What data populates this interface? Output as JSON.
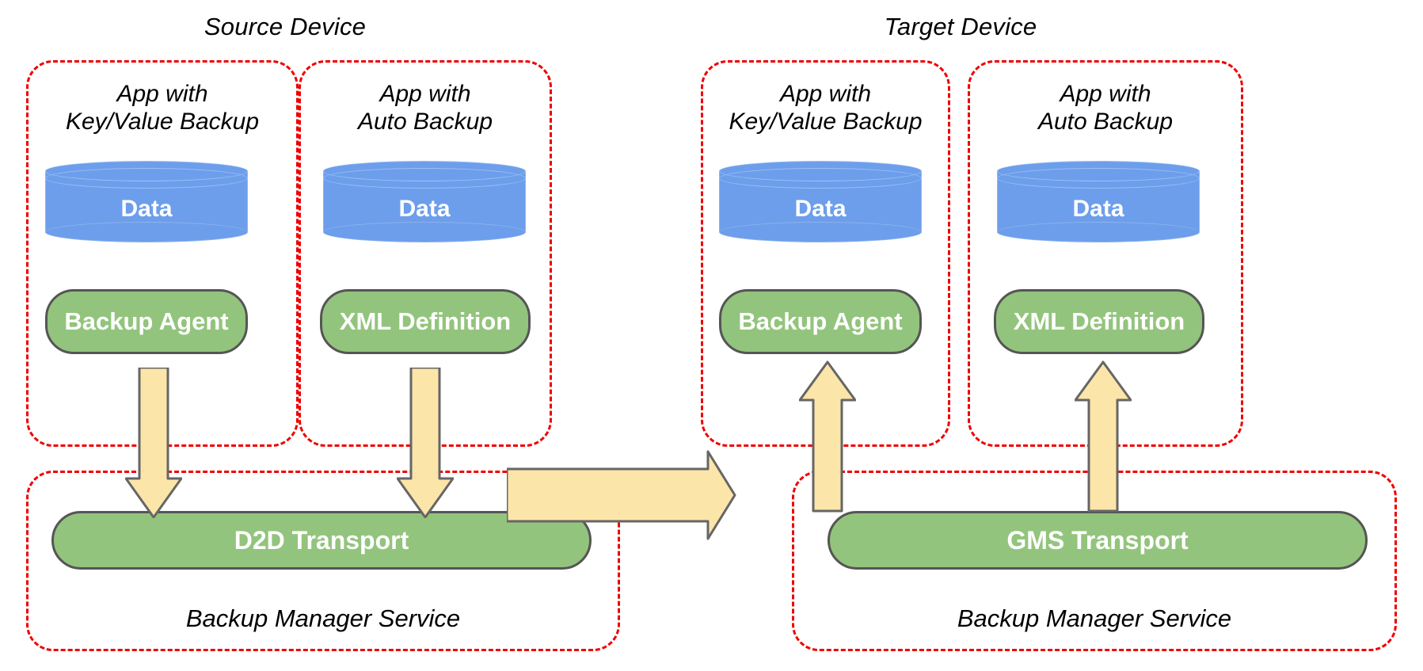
{
  "diagram": {
    "title_source": "Source Device",
    "title_target": "Target Device"
  },
  "devices": [
    {
      "id": "source",
      "title": "Source Device",
      "apps": [
        {
          "id": "source-kv",
          "title": "App with\nKey/Value Backup",
          "data_label": "Data",
          "mechanism_label": "Backup Agent"
        },
        {
          "id": "source-auto",
          "title": "App with\nAuto Backup",
          "data_label": "Data",
          "mechanism_label": "XML Definition"
        }
      ],
      "service": {
        "title": "Backup Manager Service",
        "transport_label": "D2D Transport"
      }
    },
    {
      "id": "target",
      "title": "Target Device",
      "apps": [
        {
          "id": "target-kv",
          "title": "App with\nKey/Value Backup",
          "data_label": "Data",
          "mechanism_label": "Backup Agent"
        },
        {
          "id": "target-auto",
          "title": "App with\nAuto Backup",
          "data_label": "Data",
          "mechanism_label": "XML Definition"
        }
      ],
      "service": {
        "title": "Backup Manager Service",
        "transport_label": "GMS Transport"
      }
    }
  ],
  "arrows": [
    {
      "id": "source-kv-down",
      "direction": "down",
      "semantic": "backup-agent-to-d2d-transport"
    },
    {
      "id": "source-auto-down",
      "direction": "down",
      "semantic": "xml-definition-to-d2d-transport"
    },
    {
      "id": "d2d-to-gms",
      "direction": "right",
      "semantic": "d2d-transport-to-gms-transport"
    },
    {
      "id": "target-kv-up",
      "direction": "up",
      "semantic": "gms-transport-to-backup-agent"
    },
    {
      "id": "target-auto-up",
      "direction": "up",
      "semantic": "gms-transport-to-xml-definition"
    }
  ],
  "colors": {
    "panel_border": "#ee0000",
    "cylinder_fill": "#6d9eeb",
    "pill_fill": "#93c47d",
    "pill_border": "#555555",
    "arrow_fill": "#fce5a8",
    "arrow_border": "#666666",
    "text_on_fill": "#ffffff",
    "text_default": "#000000",
    "background": "#ffffff"
  }
}
